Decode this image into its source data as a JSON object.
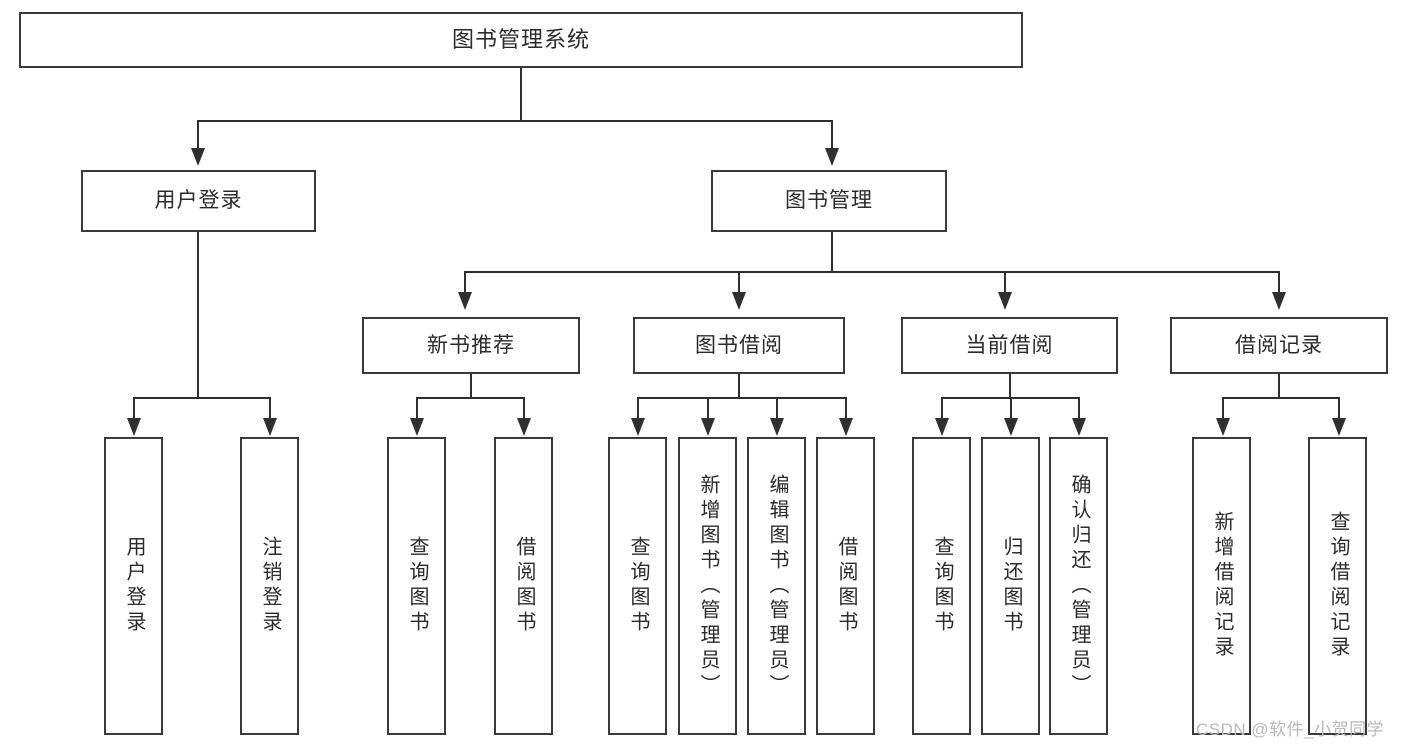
{
  "diagram": {
    "title": "图书管理系统",
    "watermark": "CSDN @软件_小贺同学",
    "colors": {
      "background": "#ffffff",
      "box_border": "#3a3a3a",
      "connector": "#2f2f2f",
      "text": "#2b2b2b",
      "watermark": "#b9b9b9"
    },
    "nodes": {
      "root": {
        "label": "图书管理系统"
      },
      "level2": [
        {
          "label": "用户登录"
        },
        {
          "label": "图书管理"
        }
      ],
      "level3": [
        {
          "label": "新书推荐"
        },
        {
          "label": "图书借阅"
        },
        {
          "label": "当前借阅"
        },
        {
          "label": "借阅记录"
        }
      ],
      "leaves": {
        "user_login": [
          {
            "label": "用户登录"
          },
          {
            "label": "注销登录"
          }
        ],
        "new_book": [
          {
            "label": "查询图书"
          },
          {
            "label": "借阅图书"
          }
        ],
        "book_borrow": [
          {
            "label": "查询图书"
          },
          {
            "label": "新增图书（管理员）"
          },
          {
            "label": "编辑图书（管理员）"
          },
          {
            "label": "借阅图书"
          }
        ],
        "current_borrow": [
          {
            "label": "查询图书"
          },
          {
            "label": "归还图书"
          },
          {
            "label": "确认归还（管理员）"
          }
        ],
        "borrow_record": [
          {
            "label": "新增借阅记录"
          },
          {
            "label": "查询借阅记录"
          }
        ]
      }
    }
  }
}
